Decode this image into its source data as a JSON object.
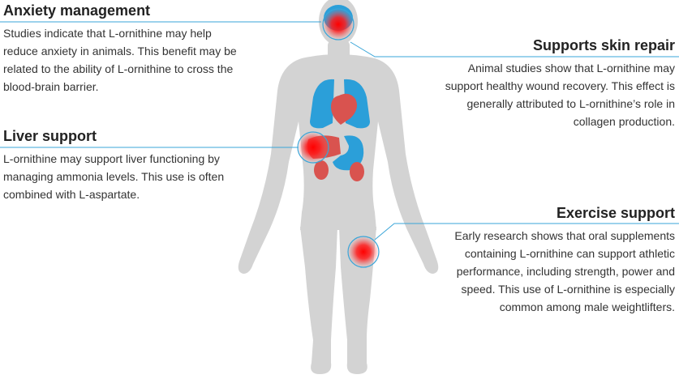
{
  "callouts": {
    "anxiety": {
      "title": "Anxiety management",
      "text": "Studies indicate that L-ornithine may help reduce anxiety in animals. This benefit may be related to the ability of L-ornithine to cross the blood-brain barrier."
    },
    "liver": {
      "title": "Liver support",
      "text": "L-ornithine may support liver functioning by managing ammonia levels. This use is often combined with L-aspartate."
    },
    "skin": {
      "title": "Supports skin repair",
      "text": "Animal studies show that L-ornithine may support healthy wound recovery. This effect is generally attributed to L-ornithine’s role in collagen production."
    },
    "exercise": {
      "title": "Exercise support",
      "text": "Early research shows that oral supplements containing L-ornithine can support athletic performance, including strength, power and speed. This use of L-ornithine is especially common among male weightlifters."
    }
  },
  "colors": {
    "body": "#d3d3d3",
    "organ_blue": "#2b9fd9",
    "organ_red": "#d9534f",
    "accent_line": "#3aa5d8",
    "hotspot": "#ff0000"
  }
}
